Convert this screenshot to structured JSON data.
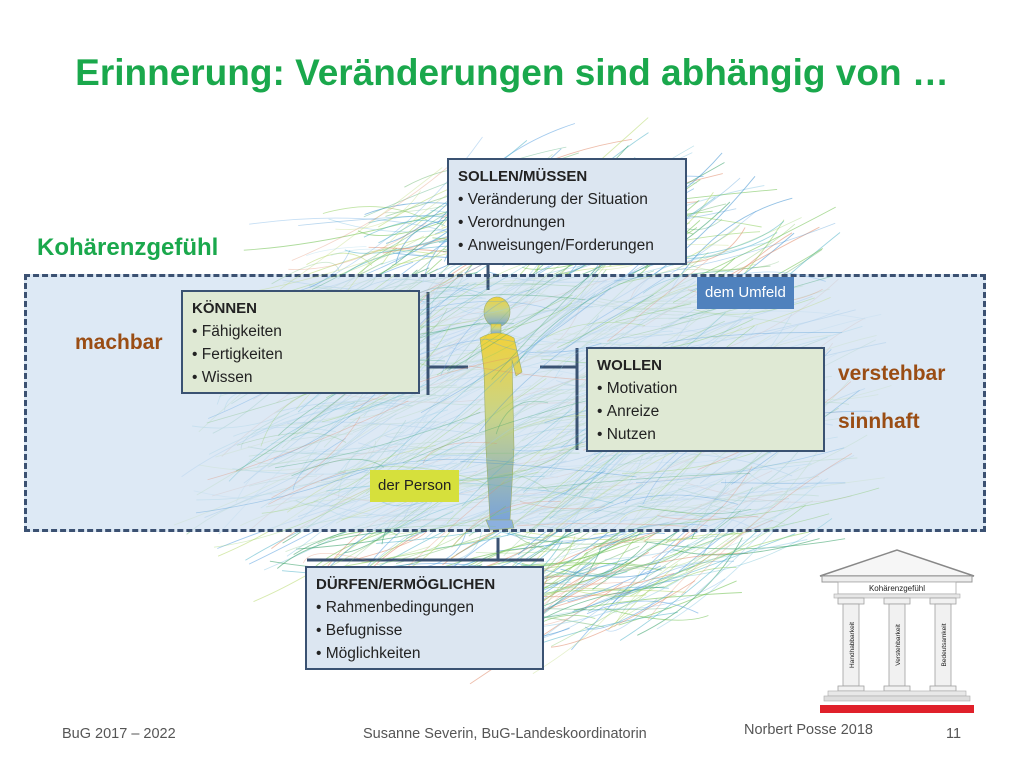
{
  "title": "Erinnerung: Veränderungen sind abhängig von …",
  "labels": {
    "kohaerenz": "Kohärenzgefühl",
    "machbar": "machbar",
    "verstehbar": "verstehbar",
    "sinnhaft": "sinnhaft"
  },
  "boxes": {
    "sollen": {
      "heading": "SOLLEN/MÜSSEN",
      "items": [
        "Veränderung der Situation",
        "Verordnungen",
        "Anweisungen/Forderungen"
      ]
    },
    "koennen": {
      "heading": "KÖNNEN",
      "items": [
        "Fähigkeiten",
        "Fertigkeiten",
        "Wissen"
      ]
    },
    "wollen": {
      "heading": "WOLLEN",
      "items": [
        "Motivation",
        "Anreize",
        "Nutzen"
      ]
    },
    "duerfen": {
      "heading": "DÜRFEN/ERMÖGLICHEN",
      "items": [
        "Rahmenbedingungen",
        "Befugnisse",
        "Möglichkeiten"
      ]
    }
  },
  "tags": {
    "umfeld": "dem Umfeld",
    "person": "der Person"
  },
  "temple": {
    "roof": "Kohärenzgefühl",
    "pillars": [
      "Handhabbarkeit",
      "Verstehbarkeit",
      "Bedeutsamkeit"
    ]
  },
  "footer": {
    "left": "BuG 2017 – 2022",
    "center": "Susanne Severin, BuG-Landeskoordinatorin",
    "author": "Norbert Posse 2018",
    "page": "11"
  },
  "colors": {
    "title": "#1aa84c",
    "side_labels": "#9a4d14",
    "box_fill": "#dce6f1",
    "box_fill_green": "#dfe9d4",
    "tag_umfeld": "#4f81bd",
    "tag_person": "#d6e03c",
    "band": "#d4e3f2",
    "temple_base": "#e0202a"
  }
}
